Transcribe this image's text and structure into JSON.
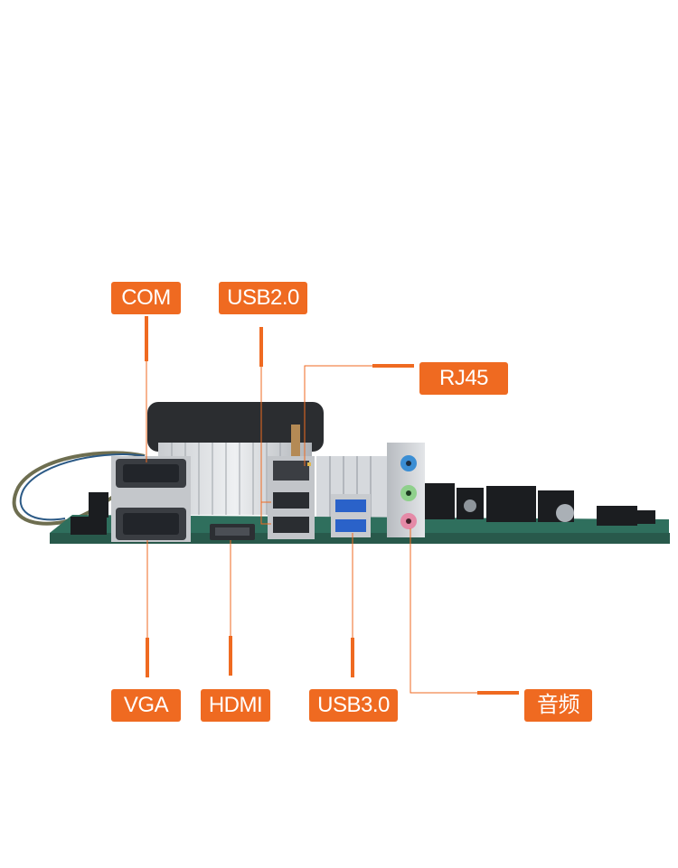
{
  "accent_color": "#ef6a21",
  "labels": {
    "com": "COM",
    "usb2": "USB2.0",
    "rj45": "RJ45",
    "vga": "VGA",
    "hdmi": "HDMI",
    "usb3": "USB3.0",
    "audio": "音频"
  }
}
